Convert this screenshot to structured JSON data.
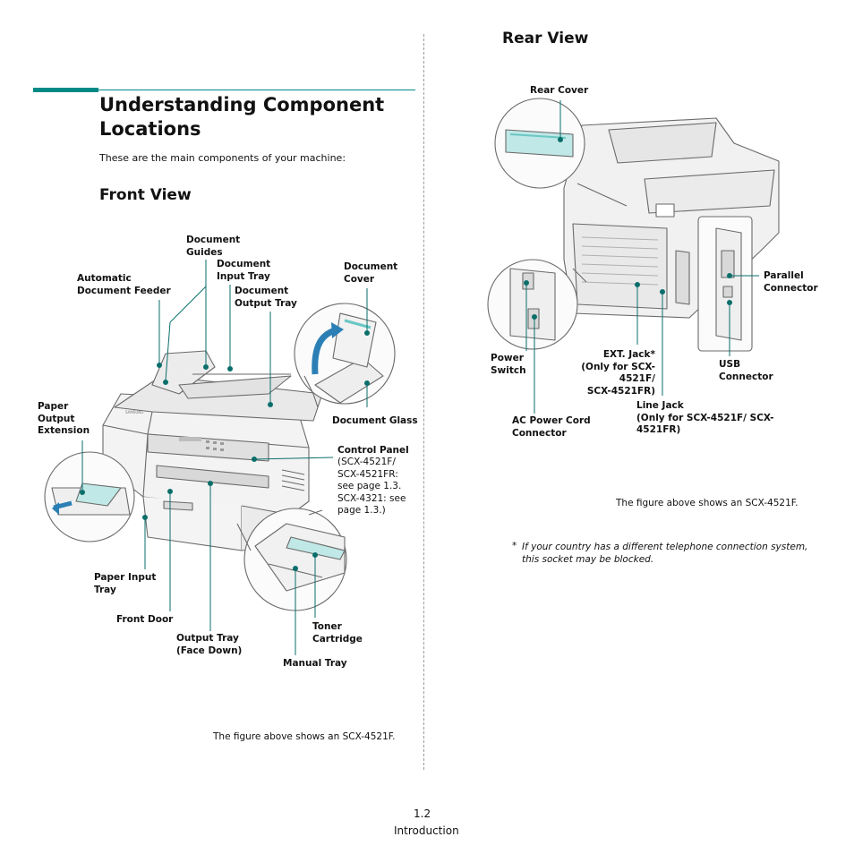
{
  "page": {
    "title": "Understanding Component Locations",
    "intro": "These are the main components of your machine:",
    "front_view": {
      "heading": "Front View",
      "caption": "The figure above shows an SCX-4521F.",
      "labels": {
        "document_guides": "Document\nGuides",
        "automatic_document_feeder": "Automatic\nDocument Feeder",
        "document_input_tray": "Document\nInput Tray",
        "document_output_tray": "Document\nOutput Tray",
        "document_cover": "Document\nCover",
        "paper_output_extension": "Paper\nOutput\nExtension",
        "document_glass": "Document Glass",
        "control_panel_title": "Control Panel",
        "control_panel_note": "(SCX-4521F/\nSCX-4521FR:\nsee page 1.3.\n SCX-4321: see\npage 1.3.)",
        "paper_input_tray": "Paper Input\nTray",
        "front_door": "Front Door",
        "output_tray": "Output Tray\n(Face Down)",
        "toner_cartridge": "Toner\nCartridge",
        "manual_tray": "Manual Tray"
      }
    },
    "rear_view": {
      "heading": "Rear View",
      "caption": "The figure above shows an SCX-4521F.",
      "labels": {
        "rear_cover": "Rear Cover",
        "parallel_connector": "Parallel\nConnector",
        "power_switch": "Power\nSwitch",
        "ext_jack": "EXT. Jack*\n(Only for SCX-4521F/\nSCX-4521FR)",
        "usb_connector": "USB\nConnector",
        "line_jack": "Line Jack\n(Only for SCX-4521F/ SCX-\n4521FR)",
        "ac_power_cord_connector": "AC Power Cord\nConnector"
      },
      "footnote_mark": "*",
      "footnote": "If your country has a different telephone connection system,\nthis socket may be blocked."
    },
    "brand_on_device": "SAMSUNG",
    "footer": {
      "page_number": "1.2",
      "section": "Introduction"
    }
  },
  "colors": {
    "accent": "#008a87",
    "callout": "#0a6e6b",
    "outline": "#6a6a6a",
    "highlight": "#69c7c4"
  }
}
